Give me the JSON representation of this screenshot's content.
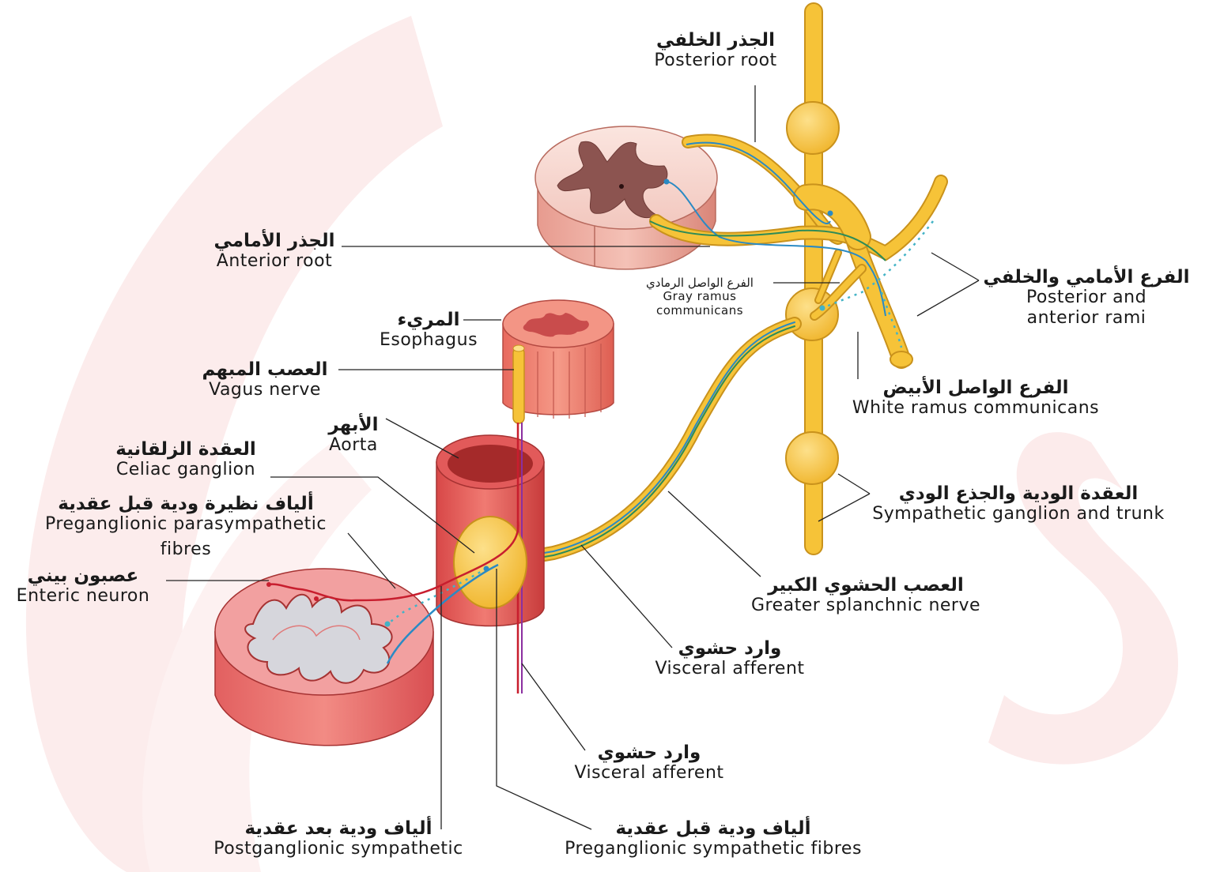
{
  "labels": {
    "posterior_root": {
      "ar": "الجذر الخلفي",
      "en": "Posterior root"
    },
    "anterior_root": {
      "ar": "الجذر الأمامي",
      "en": "Anterior root"
    },
    "gray_ramus": {
      "ar": "الفرع الواصل الرمادي",
      "en1": "Gray ramus",
      "en2": "communicans"
    },
    "rami": {
      "ar": "الفرع الأمامي والخلفي",
      "en1": "Posterior and",
      "en2": "anterior rami"
    },
    "white_ramus": {
      "ar": "الفرع الواصل الأبيض",
      "en": "White ramus communicans"
    },
    "esophagus": {
      "ar": "المريء",
      "en": "Esophagus"
    },
    "vagus": {
      "ar": "العصب المبهم",
      "en": "Vagus nerve"
    },
    "aorta": {
      "ar": "الأبهر",
      "en": "Aorta"
    },
    "celiac": {
      "ar": "العقدة الزلقانية",
      "en": "Celiac ganglion"
    },
    "pre_para": {
      "ar": "ألياف نظيرة ودية قبل عقدية",
      "en1": "Preganglionic parasympathetic",
      "en2": "fibres"
    },
    "enteric": {
      "ar": "عصبون بيني",
      "en": "Enteric neuron"
    },
    "symp_trunk": {
      "ar": "العقدة الودية والجذع الودي",
      "en": "Sympathetic ganglion and trunk"
    },
    "greater_splanchnic": {
      "ar": "العصب الحشوي الكبير",
      "en": "Greater splanchnic nerve"
    },
    "visceral_afferent_1": {
      "ar": "وارد حشوي",
      "en": "Visceral afferent"
    },
    "visceral_afferent_2": {
      "ar": "وارد حشوي",
      "en": "Visceral afferent"
    },
    "postganglionic": {
      "ar": "ألياف ودية بعد عقدية",
      "en": "Postganglionic sympathetic"
    },
    "preganglionic_symp": {
      "ar": "ألياف ودية قبل عقدية",
      "en": "Preganglionic sympathetic fibres"
    }
  },
  "colors": {
    "nerve": "#f6c338",
    "nerve_outline": "#c9921c",
    "afferent_fibre": "#2a8ac4",
    "efferent_fibre": "#2e8b57",
    "parasympathetic_fibre": "#c81e2e",
    "vessel": "#e25a5a",
    "leader_line": "#222222",
    "watermark": "#fbe9e9"
  }
}
